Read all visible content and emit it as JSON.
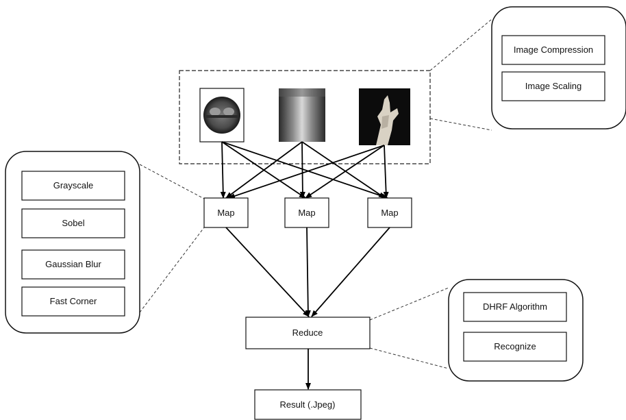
{
  "input_panel": {
    "options": [
      {
        "label": "Image Compression"
      },
      {
        "label": "Image Scaling"
      }
    ]
  },
  "map_panel": {
    "options": [
      {
        "label": "Grayscale"
      },
      {
        "label": "Sobel"
      },
      {
        "label": "Gaussian Blur"
      },
      {
        "label": "Fast Corner"
      }
    ]
  },
  "reduce_panel": {
    "options": [
      {
        "label": "DHRF Algorithm"
      },
      {
        "label": "Recognize"
      }
    ]
  },
  "maps": [
    {
      "label": "Map"
    },
    {
      "label": "Map"
    },
    {
      "label": "Map"
    }
  ],
  "reduce": {
    "label": "Reduce"
  },
  "result": {
    "label": "Result (.Jpeg)"
  }
}
